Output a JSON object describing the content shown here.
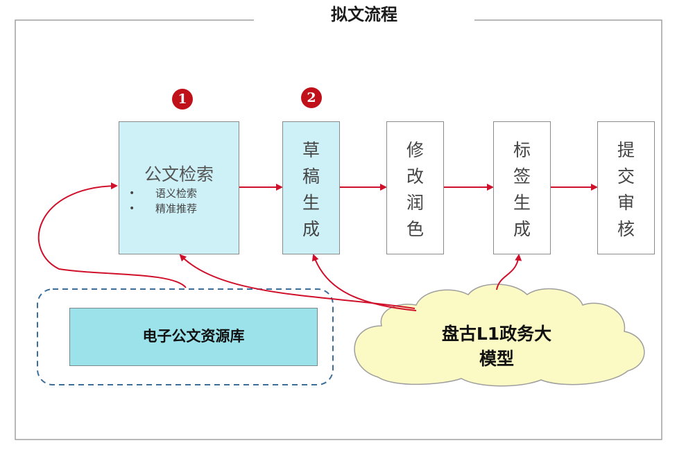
{
  "title": "拟文流程",
  "badges": [
    "1",
    "2"
  ],
  "steps": [
    {
      "title": "公文检索",
      "bullet_char": "•",
      "bullets": [
        "语义检索",
        "精准推荐"
      ]
    },
    {
      "chars": [
        "草",
        "稿",
        "生",
        "成"
      ]
    },
    {
      "chars": [
        "修",
        "改",
        "润",
        "色"
      ]
    },
    {
      "chars": [
        "标",
        "签",
        "生",
        "成"
      ]
    },
    {
      "chars": [
        "提",
        "交",
        "审",
        "核"
      ]
    }
  ],
  "resource_library": "电子公文资源库",
  "model": {
    "lines": [
      "盘古L1政务大",
      "模型"
    ]
  },
  "colors": {
    "highlight_fill": "#cdf1f7",
    "resource_fill": "#9be2ea",
    "cloud_fill": "#fbf9c4",
    "arrow": "#d0102a",
    "badge": "#c0101a",
    "dashed_border": "#3a6d9a"
  }
}
